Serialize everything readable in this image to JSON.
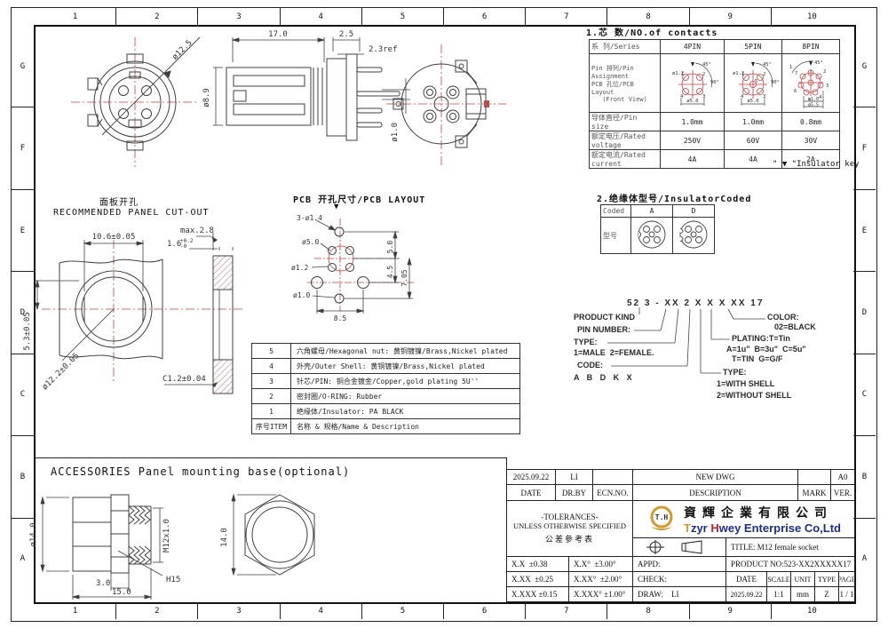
{
  "sheet": {
    "border_cols": [
      "1",
      "2",
      "3",
      "4",
      "5",
      "6",
      "7",
      "8",
      "9",
      "10"
    ],
    "border_rows": [
      "G",
      "F",
      "E",
      "D",
      "C",
      "B",
      "A"
    ]
  },
  "colors": {
    "accent_red": "#c94040",
    "logo_gold": "#cf9b2f",
    "company_blue": "#1c2e8c",
    "company_red": "#d42020"
  },
  "front_view": {
    "dim_diameter": "ø12.5"
  },
  "side_view": {
    "dim_length": "17.0",
    "dim_tail": "2.5",
    "dim_ref": "2.3ref",
    "dim_body": "ø8.9",
    "dim_pin": "ø1.0"
  },
  "contacts": {
    "section_title": "1.芯 数/NO.of contacts",
    "series_label": "系 列/Series",
    "cols": [
      "4PIN",
      "5PIN",
      "8PIN"
    ],
    "pin_label1": "Pin 排列/Pin Assignment",
    "pin_label2": "PCB 孔位/PCB Layout",
    "pin_label3": "(Front View)",
    "rows": [
      {
        "label": "导体直径/Pin size",
        "v": [
          "1.0mm",
          "1.0mm",
          "0.8mm"
        ]
      },
      {
        "label": "额定电压/Rated voltage",
        "v": [
          "250V",
          "60V",
          "30V"
        ]
      },
      {
        "label": "额定电流/Rated current",
        "v": [
          "4A",
          "4A",
          "2A"
        ]
      }
    ],
    "diag": {
      "d12": "ø1.2",
      "a45": "45°",
      "a90": "90°",
      "d50": "ø5.0",
      "d10": "ø1.0",
      "d55": "ø5.5"
    },
    "pins4": [
      "1",
      "2",
      "4",
      "3"
    ],
    "pins5": [
      "1",
      "2",
      "4",
      "3",
      "5"
    ],
    "pins8": [
      "1",
      "2",
      "3",
      "4",
      "5",
      "6",
      "7",
      "8"
    ],
    "note": "\" ▼ \"Insulator key"
  },
  "insulator": {
    "section_title": "2.绝缘体型号/InsulatorCoded",
    "coded_label": "Coded",
    "cols": [
      "A",
      "D"
    ],
    "model_label": "型号"
  },
  "panel_cutout": {
    "title_cn": "面板开孔",
    "title_en": "RECOMMENDED PANEL CUT-OUT",
    "dim_width": "10.6±0.05",
    "dim_height": "5.3±0.05",
    "dim_diameter": "ø12.2±0.05",
    "dim_max": "max.2.8",
    "dim_thickness": "1.6",
    "dim_thickness_sup": "+0.2",
    "dim_thickness_sub": "-0",
    "dim_chamfer": "C1.2±0.04"
  },
  "pcb": {
    "title": "PCB 开孔尺寸/PCB LAYOUT",
    "marker": "▼",
    "dim_holes": "3-ø1.4",
    "dim_d50": "ø5.0",
    "dim_d12": "ø1.2",
    "dim_d10": "ø1.0",
    "dim_v1": "5.0",
    "dim_v2": "4.5",
    "dim_v3": "7.05",
    "dim_h": "8.5"
  },
  "parts": {
    "rows": [
      {
        "item": "5",
        "desc": "六角螺母/Hexagonal nut: 黄铜镀镍/Brass,Nickel plated"
      },
      {
        "item": "4",
        "desc": "外壳/Outer Shell: 黄铜镀镍/Brass,Nickel plated"
      },
      {
        "item": "3",
        "desc": "针芯/PIN: 铜合金镀金/Copper,gold plating 5U''"
      },
      {
        "item": "2",
        "desc": "密封圈/O-RING: Rubber"
      },
      {
        "item": "1",
        "desc": "绝缘体/Insulator: PA BLACK"
      },
      {
        "item": "序号ITEM",
        "desc": "名称 & 规格/Name & Description"
      }
    ]
  },
  "part_number": {
    "code": "52 3 - XX 2 X X X XX 17",
    "product_kind": "PRODUCT KIND",
    "pin_number": "PIN NUMBER:",
    "type_label": "TYPE:",
    "type_values": "1=MALE  2=FEMALE.",
    "code_label": "CODE:",
    "code_values": "A B D K X",
    "color_label": "COLOR:",
    "color_value": "02=BLACK",
    "plating_label": "PLATING:T=Tin",
    "plating_values": "A=1u\"  B=3u\"  C=5u\"",
    "plating_values2": "T=TIN  G=G/F",
    "shell_label": "TYPE:",
    "shell_v1": "1=WITH SHELL",
    "shell_v2": "2=WITHOUT SHELL"
  },
  "accessories": {
    "title": "ACCESSORIES Panel mounting base(optional)",
    "dim_d14": "ø14.0",
    "dim_thread": "M12x1.0",
    "dim_3": "3.0",
    "dim_15": "15.0",
    "dim_h15": "H15",
    "dim_f14": "14.0"
  },
  "title_block": {
    "r1": {
      "date": "2025.09.22",
      "drby": "LI",
      "ecn": "",
      "desc": "NEW DWG",
      "mark": "",
      "ver": "A0"
    },
    "r2": {
      "date": "DATE",
      "drby": "DR.BY",
      "ecn": "ECN.NO.",
      "desc": "DESCRIPTION",
      "mark": "MARK",
      "ver": "VER."
    },
    "tol1": "-TOLERANCES-",
    "tol2": "UNLESS OTHERWISE SPECIFIED",
    "tol3": "公差參考表",
    "tol_rows": [
      {
        "a": "X.X",
        "b": "±0.38",
        "c": "X.X°",
        "d": "±3.00°"
      },
      {
        "a": "X.XX",
        "b": "±0.25",
        "c": "X.XX°",
        "d": "±2.00°"
      },
      {
        "a": "X.XXX",
        "b": "±0.15",
        "c": "X.XXX°",
        "d": "±1.00°"
      }
    ],
    "logo_text": "T.H",
    "company_cn": "資輝企業有限公司",
    "en_t": "T",
    "en_zyr": "zyr ",
    "en_h": "H",
    "en_rest": "wey Enterprise Co,Ltd",
    "title_label": "TITLE:",
    "title_value": "M12  female socket",
    "appd": "APPD:",
    "product_no": "PRODUCT NO:523-XX2XXXXX17",
    "check": "CHECK:",
    "draw": "DRAW:",
    "drawn_by": "LI",
    "cols": {
      "date": "DATE",
      "scale": "SCALE",
      "unit": "UNIT",
      "type": "TYPE",
      "page": "PAGE"
    },
    "vals": {
      "date": "2025.09.22",
      "scale": "1:1",
      "unit": "mm",
      "type": "Z",
      "page": "1 / 1"
    }
  }
}
